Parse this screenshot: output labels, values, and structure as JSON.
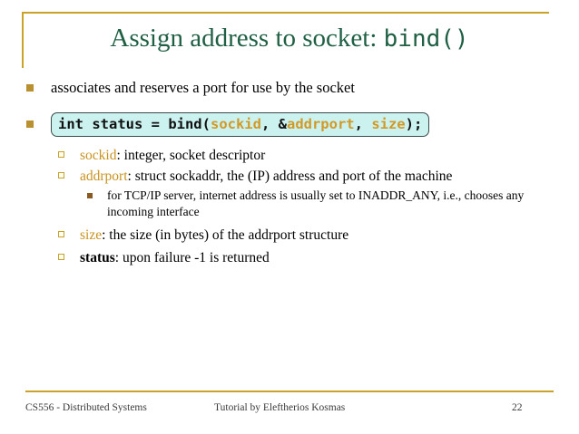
{
  "slide": {
    "title_text": "Assign address to socket: ",
    "title_mono": "bind()",
    "accent_gold": "#c9a227",
    "title_green": "#1f6044",
    "code_bg": "#ccf2f0",
    "code_border": "#3b4a4a",
    "arg_gold": "#d19a28"
  },
  "bullets": {
    "first": "associates and reserves a port for use by the socket",
    "code": {
      "prefix": "int status = bind(",
      "arg1": "sockid",
      "sep1": ", &",
      "arg2": "addrport",
      "sep2": ", ",
      "arg3": "size",
      "suffix": ");"
    },
    "items": [
      {
        "term": "sockid",
        "term_style": "gold",
        "rest": ": integer, socket descriptor"
      },
      {
        "term": "addrport",
        "term_style": "gold",
        "rest": ": struct sockaddr, the (IP) address and port of the machine",
        "sub": "for TCP/IP server, internet address is usually set to INADDR_ANY, i.e., chooses any incoming interface"
      },
      {
        "term": "size",
        "term_style": "gold",
        "rest": ": the size (in bytes) of the addrport structure"
      },
      {
        "term": "status",
        "term_style": "dark",
        "rest": ": upon failure -1 is returned"
      }
    ]
  },
  "footer": {
    "course": "CS556 - Distributed Systems",
    "author": "Tutorial by Eleftherios Kosmas",
    "page": "22"
  }
}
